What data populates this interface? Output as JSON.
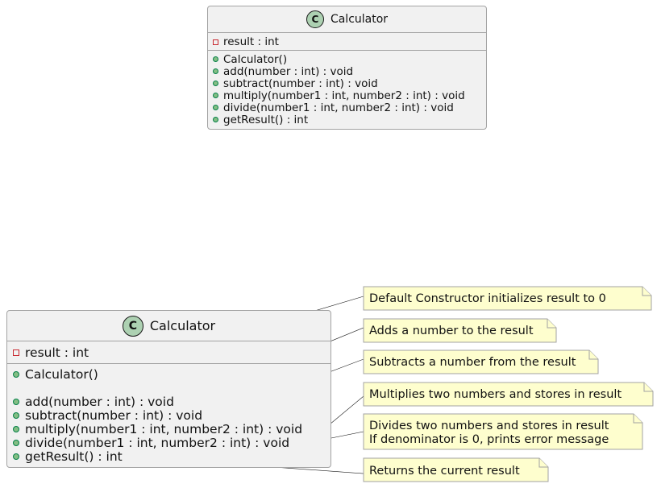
{
  "top_class": {
    "badge": "C",
    "name": "Calculator",
    "attributes": [
      "result : int"
    ],
    "operations": [
      "Calculator()",
      "add(number : int) : void",
      "subtract(number : int) : void",
      "multiply(number1 : int, number2 : int) : void",
      "divide(number1 : int, number2 : int) : void",
      "getResult() : int"
    ]
  },
  "bottom_class": {
    "badge": "C",
    "name": "Calculator",
    "attributes": [
      "result : int"
    ],
    "operations": [
      "Calculator()",
      "add(number : int) : void",
      "subtract(number : int) : void",
      "multiply(number1 : int, number2 : int) : void",
      "divide(number1 : int, number2 : int) : void",
      "getResult() : int"
    ]
  },
  "notes": [
    {
      "lines": [
        "Default Constructor initializes result to 0"
      ]
    },
    {
      "lines": [
        "Adds a number to the result"
      ]
    },
    {
      "lines": [
        "Subtracts a number from the result"
      ]
    },
    {
      "lines": [
        "Multiplies two numbers and stores in result"
      ]
    },
    {
      "lines": [
        "Divides two numbers and stores in result",
        "If denominator is 0, prints error message"
      ]
    },
    {
      "lines": [
        "Returns the current result"
      ]
    }
  ],
  "colors": {
    "class_fill": "#f1f1f1",
    "class_border": "#a3a3a3",
    "class_badge": "#add1b2",
    "note_fill": "#fefece",
    "note_border": "#a3a3a3",
    "public_marker": "#84be84",
    "private_marker": "#c82930"
  }
}
